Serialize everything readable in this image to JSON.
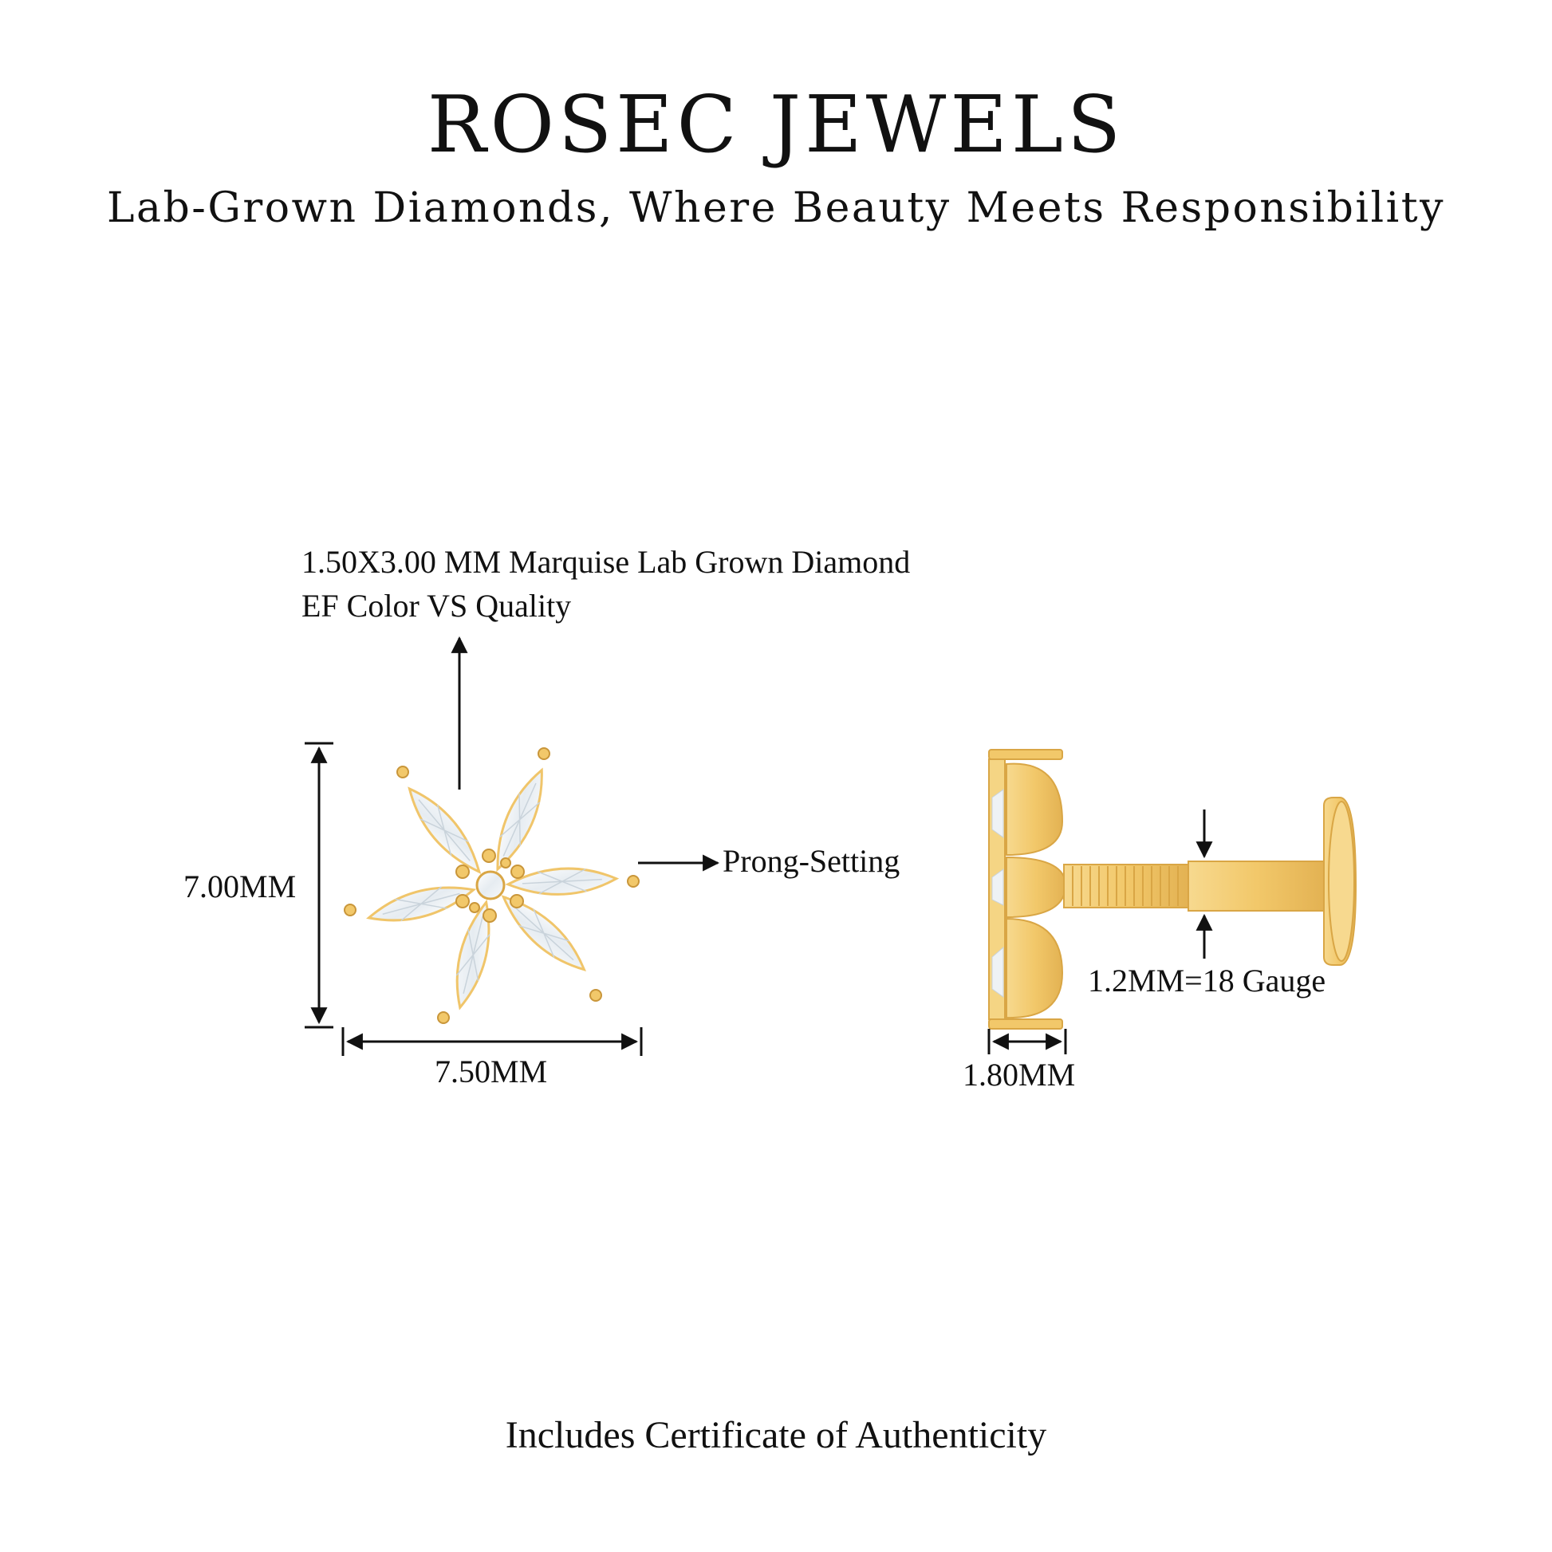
{
  "brand": {
    "title": "ROSEC JEWELS",
    "tagline": "Lab-Grown Diamonds, Where Beauty Meets Responsibility"
  },
  "specs": {
    "stone_line1": "1.50X3.00 MM Marquise Lab Grown Diamond",
    "stone_line2": "EF Color VS Quality",
    "height": "7.00MM",
    "width": "7.50MM",
    "setting": "Prong-Setting",
    "depth": "1.80MM",
    "gauge": "1.2MM=18 Gauge"
  },
  "footer": {
    "certificate": "Includes Certificate of Authenticity"
  },
  "colors": {
    "gold": "#F2C86A",
    "gold_dark": "#D9A645",
    "diamond": "#EEF2F5",
    "text": "#111111"
  }
}
